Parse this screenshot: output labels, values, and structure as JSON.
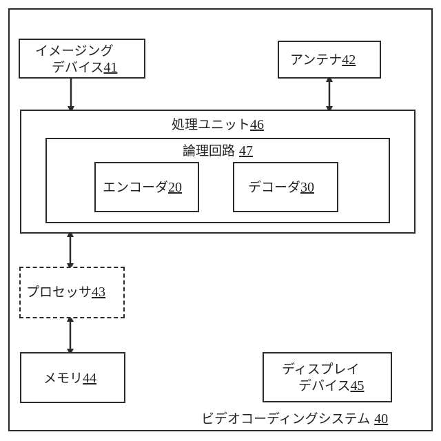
{
  "system": {
    "label": "ビデオコーディングシステム",
    "num": "40"
  },
  "imaging_device": {
    "line1": "イメージング",
    "line2": "デバイス",
    "num": "41"
  },
  "antenna": {
    "label": "アンテナ",
    "num": "42"
  },
  "processing_unit": {
    "label": "処理ユニット",
    "num": "46"
  },
  "logic_circuit": {
    "label": "論理回路",
    "num": "47"
  },
  "encoder": {
    "label": "エンコーダ",
    "num": "20"
  },
  "decoder": {
    "label": "デコーダ",
    "num": "30"
  },
  "processor": {
    "label": "プロセッサ",
    "num": "43"
  },
  "memory": {
    "label": "メモリ",
    "num": "44"
  },
  "display_device": {
    "line1": "ディスプレイ",
    "line2": "デバイス",
    "num": "45"
  }
}
